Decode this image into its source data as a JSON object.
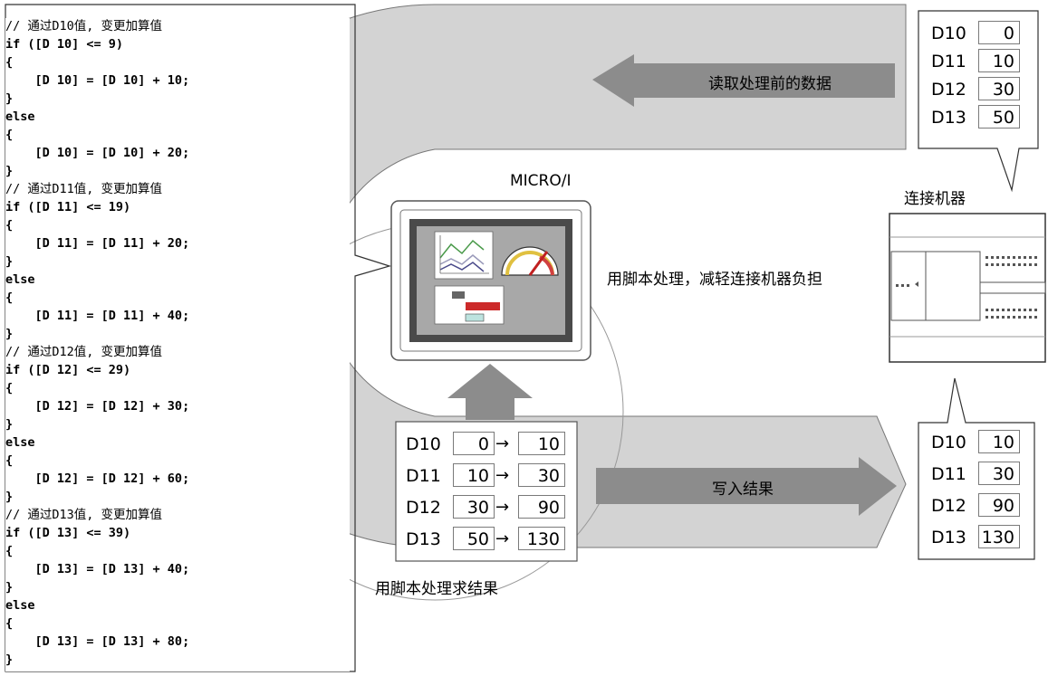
{
  "code_lines": [
    {
      "text": "// 通过D10值, 变更加算值",
      "comment": true
    },
    {
      "text": "if ([D 10] <= 9)",
      "comment": false
    },
    {
      "text": "{",
      "comment": false
    },
    {
      "text": "    [D 10] = [D 10] + 10;",
      "comment": false
    },
    {
      "text": "}",
      "comment": false
    },
    {
      "text": "else",
      "comment": false
    },
    {
      "text": "{",
      "comment": false
    },
    {
      "text": "    [D 10] = [D 10] + 20;",
      "comment": false
    },
    {
      "text": "}",
      "comment": false
    },
    {
      "text": "// 通过D11值, 变更加算值",
      "comment": true
    },
    {
      "text": "if ([D 11] <= 19)",
      "comment": false
    },
    {
      "text": "{",
      "comment": false
    },
    {
      "text": "    [D 11] = [D 11] + 20;",
      "comment": false
    },
    {
      "text": "}",
      "comment": false
    },
    {
      "text": "else",
      "comment": false
    },
    {
      "text": "{",
      "comment": false
    },
    {
      "text": "    [D 11] = [D 11] + 40;",
      "comment": false
    },
    {
      "text": "}",
      "comment": false
    },
    {
      "text": "// 通过D12值, 变更加算值",
      "comment": true
    },
    {
      "text": "if ([D 12] <= 29)",
      "comment": false
    },
    {
      "text": "{",
      "comment": false
    },
    {
      "text": "    [D 12] = [D 12] + 30;",
      "comment": false
    },
    {
      "text": "}",
      "comment": false
    },
    {
      "text": "else",
      "comment": false
    },
    {
      "text": "{",
      "comment": false
    },
    {
      "text": "    [D 12] = [D 12] + 60;",
      "comment": false
    },
    {
      "text": "}",
      "comment": false
    },
    {
      "text": "// 通过D13值, 变更加算值",
      "comment": true
    },
    {
      "text": "if ([D 13] <= 39)",
      "comment": false
    },
    {
      "text": "{",
      "comment": false
    },
    {
      "text": "    [D 13] = [D 13] + 40;",
      "comment": false
    },
    {
      "text": "}",
      "comment": false
    },
    {
      "text": "else",
      "comment": false
    },
    {
      "text": "{",
      "comment": false
    },
    {
      "text": "    [D 13] = [D 13] + 80;",
      "comment": false
    },
    {
      "text": "}",
      "comment": false
    }
  ],
  "labels": {
    "read_arrow": "读取处理前的数据",
    "write_arrow": "写入结果",
    "micro_title": "MICRO/I",
    "device_title": "连接机器",
    "script_note": "用脚本处理，减轻连接机器负担",
    "script_result": "用脚本处理求结果"
  },
  "device_before": [
    {
      "reg": "D10",
      "value": "0"
    },
    {
      "reg": "D11",
      "value": "10"
    },
    {
      "reg": "D12",
      "value": "30"
    },
    {
      "reg": "D13",
      "value": "50"
    }
  ],
  "script_calc": [
    {
      "reg": "D10",
      "from": "0",
      "to": "10"
    },
    {
      "reg": "D11",
      "from": "10",
      "to": "30"
    },
    {
      "reg": "D12",
      "from": "30",
      "to": "90"
    },
    {
      "reg": "D13",
      "from": "50",
      "to": "130"
    }
  ],
  "arrow_glyph": "→",
  "device_after": [
    {
      "reg": "D10",
      "value": "10"
    },
    {
      "reg": "D11",
      "value": "30"
    },
    {
      "reg": "D12",
      "value": "90"
    },
    {
      "reg": "D13",
      "value": "130"
    }
  ],
  "colors": {
    "flow_band": "#d3d3d3",
    "arrow": "#8c8c8c",
    "screen_frame": "#4a4a4a",
    "screen_bg": "#a8a8a8"
  }
}
